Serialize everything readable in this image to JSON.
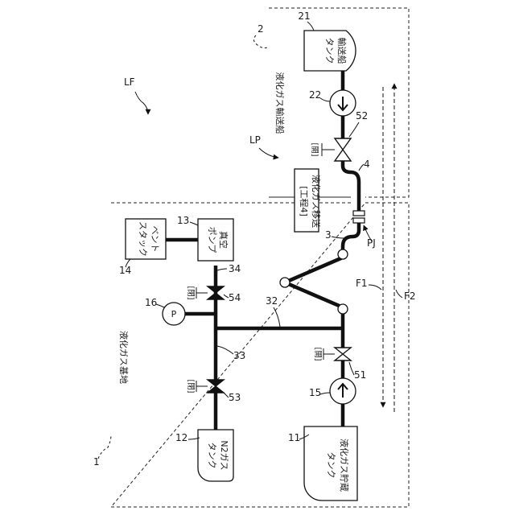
{
  "labels": {
    "fig_ref": "LF",
    "region_ship_num": "2",
    "region_ship_name": "液化ガス輸送船",
    "region_base_num": "1",
    "region_base_name": "液化ガス基地",
    "ship_tank_num": "21",
    "ship_tank_line1": "輸送船",
    "ship_tank_line2": "タンク",
    "ship_pump_num": "22",
    "ship_valve_num": "52",
    "ship_valve_state": "[開]",
    "ship_pipe_num": "4",
    "lp_label": "LP",
    "process_line1": "[工程4]",
    "process_line2": "液化ガス移送",
    "joint_num": "3",
    "pj_label": "PJ",
    "flow1": "F1",
    "flow2": "F2",
    "vent_num": "14",
    "vent_line1": "ベント",
    "vent_line2": "スタック",
    "vac_num": "13",
    "vac_line1": "真空",
    "vac_line2": "ポンプ",
    "line34": "34",
    "valve54_num": "54",
    "valve54_state": "[閉]",
    "gauge_num": "16",
    "gauge_symbol": "P",
    "line32": "32",
    "line33": "33",
    "valve53_num": "53",
    "valve53_state": "[閉]",
    "n2_num": "12",
    "n2_line1": "N2ガス",
    "n2_line2": "タンク",
    "valve51_num": "51",
    "valve51_state": "[開]",
    "base_pump_num": "15",
    "storage_num": "11",
    "storage_line1": "液化ガス貯蔵",
    "storage_line2": "タンク"
  }
}
